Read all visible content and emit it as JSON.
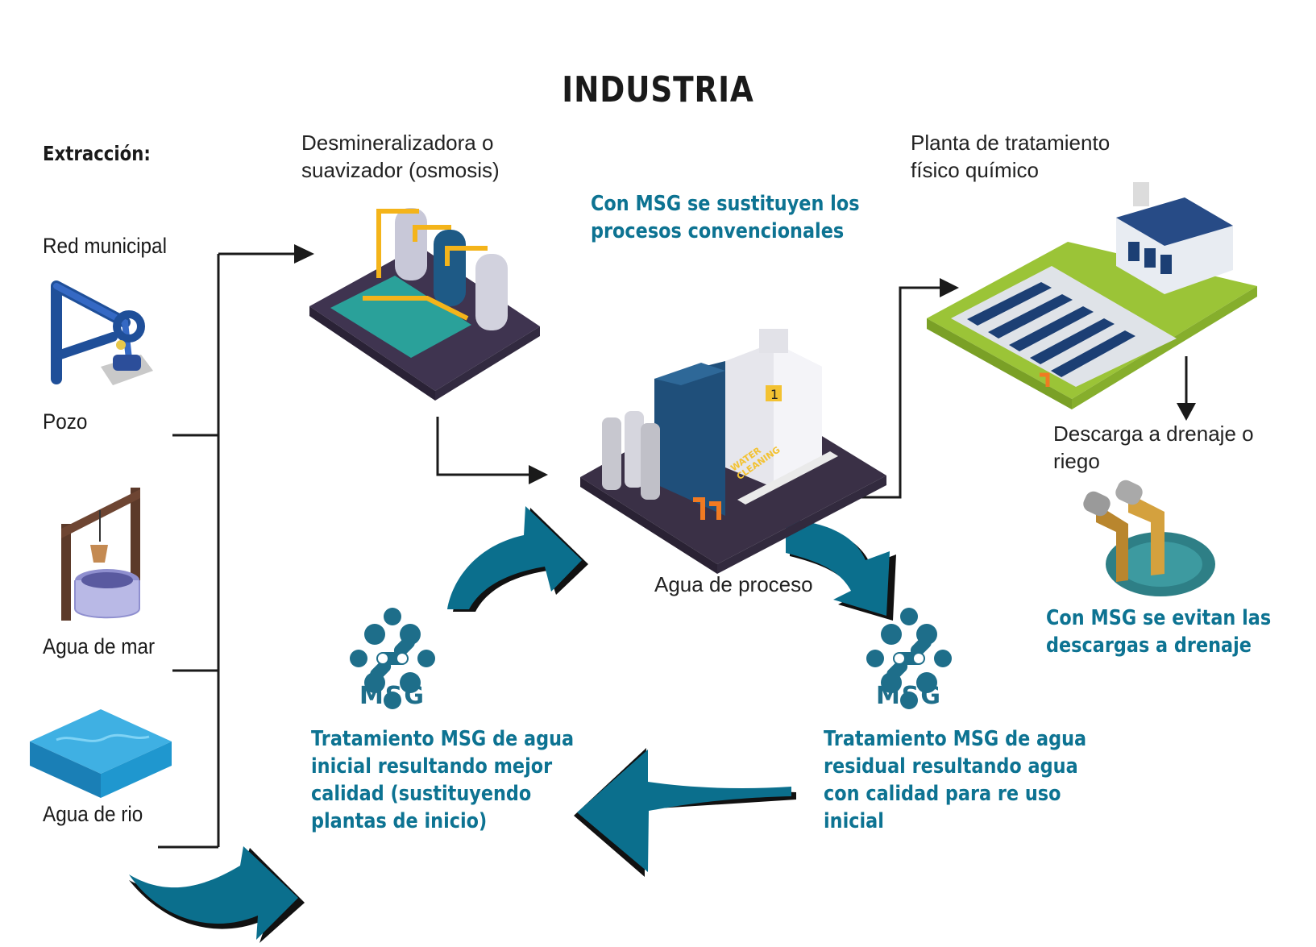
{
  "title": "INDUSTRIA",
  "extraction": {
    "heading": "Extracción:",
    "sources": [
      "Red municipal",
      "Pozo",
      "Agua de mar",
      "Agua de rio"
    ]
  },
  "processes": {
    "demineralizer": [
      "Desmineralizadora o",
      "suavizador (osmosis)"
    ],
    "physchem_plant": [
      "Planta de tratamiento",
      "físico químico"
    ],
    "process_water": "Agua de proceso",
    "discharge": [
      "Descarga a drenaje o",
      "riego"
    ],
    "factory_sign": [
      "WATER",
      "CLEANING"
    ],
    "factory_floor": "1"
  },
  "notes": {
    "replace_conventional": [
      "Con MSG se sustituyen los",
      "procesos convencionales"
    ],
    "avoid_discharge": [
      "Con MSG se evitan las",
      "descargas a drenaje"
    ],
    "msg_initial": [
      "Tratamiento MSG de agua",
      "inicial resultando mejor",
      "calidad (sustituyendo",
      "plantas de inicio)"
    ],
    "msg_residual": [
      "Tratamiento MSG de agua",
      "residual resultando agua",
      "con calidad para re uso",
      "inicial"
    ]
  },
  "msg_logo_text": "MSG",
  "colors": {
    "accent_blue": "#0d7392",
    "arrow_teal": "#0b6f8d",
    "arrow_shadow": "#111111",
    "line": "#1a1a1a"
  },
  "icons": [
    "pipe-pump-icon",
    "well-icon",
    "sea-water-icon",
    "osmosis-plant-icon",
    "factory-icon",
    "treatment-plant-icon",
    "discharge-pipes-icon",
    "msg-logo-icon"
  ]
}
